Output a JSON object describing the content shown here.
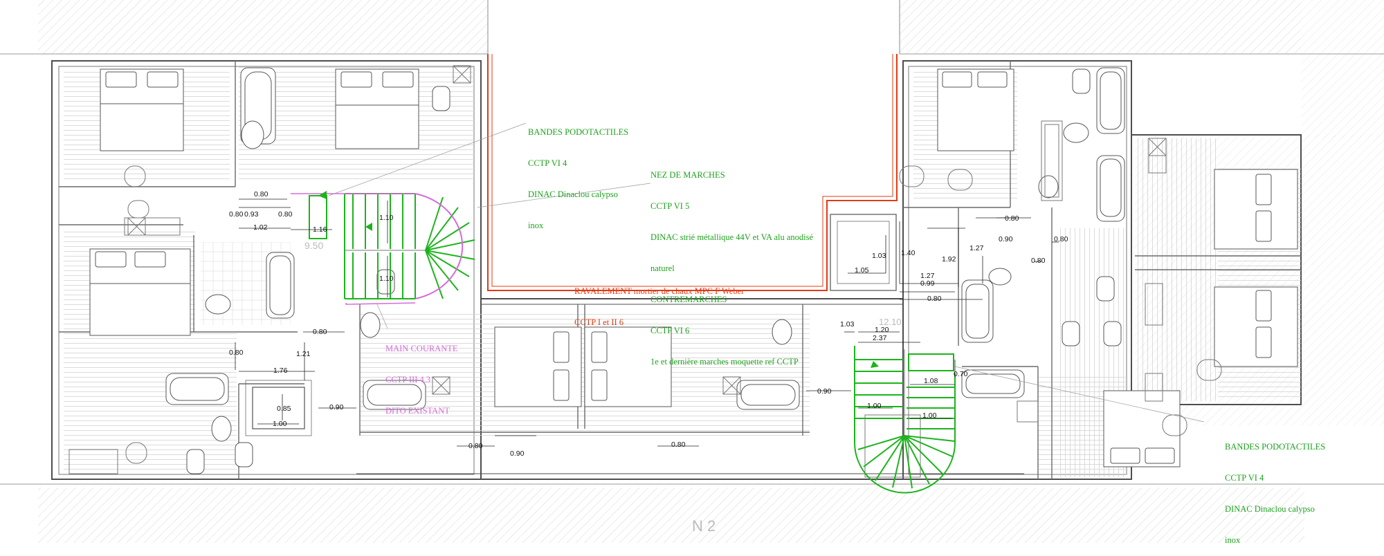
{
  "colors": {
    "wall": "#555555",
    "hatch": "#cfcfcf",
    "floor": "#d9d9d9",
    "stair": "#1bb41b",
    "facade": "#e23a14",
    "handrail": "#d66ad8"
  },
  "annotations": {
    "podotactiles_top": [
      "BANDES PODOTACTILES",
      "CCTP VI 4",
      "DINAC Dinaclou calypso",
      "inox"
    ],
    "nez_de_marches": [
      "NEZ DE MARCHES",
      "CCTP VI 5",
      "DINAC strié métallique 44V et VA alu anodisé",
      "naturel",
      "CONTREMARCHES",
      "CCTP VI 6",
      "1e et dernière marches moquette ref CCTP"
    ],
    "ravalement": [
      "RAVALEMENT mortier de chaux MPC F Weber",
      "CCTP I et II 6"
    ],
    "main_courante": [
      "MAIN COURANTE",
      "CCTP III 4.3",
      "DITO EXISTANT"
    ],
    "podotactiles_bottom": [
      "BANDES PODOTACTILES",
      "CCTP VI 4",
      "DINAC Dinaclou calypso",
      "inox"
    ]
  },
  "dimensions": [
    "0.80",
    "0.80",
    "0.93",
    "0.80",
    "1.02",
    "1.16",
    "1.10",
    "1.10",
    "0.80",
    "0.80",
    "1.21",
    "1.76",
    "0.85",
    "1.00",
    "0.90",
    "0.80",
    "0.90",
    "0.80",
    "0.90",
    "1.03",
    "1.05",
    "1.40",
    "1.92",
    "1.27",
    "0.90",
    "0.80",
    "0.80",
    "1.27",
    "0.99",
    "0.80",
    "0.80",
    "1.03",
    "1.20",
    "2.37",
    "1.08",
    "0.70",
    "1.00",
    "1.00"
  ],
  "stairs": [
    {
      "name": "stair-west",
      "type": "half-turn"
    },
    {
      "name": "stair-east",
      "type": "quarter-turn"
    }
  ]
}
